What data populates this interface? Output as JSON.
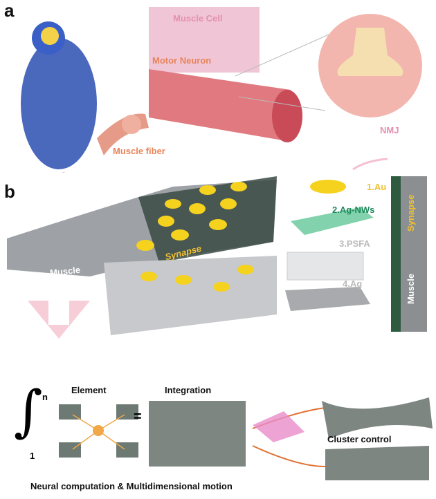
{
  "panels": {
    "a": "a",
    "b": "b"
  },
  "panel_a": {
    "muscle_cell": "Muscle Cell",
    "motor_neuron": "Motor Neuron",
    "muscle_fiber": "Muscle fiber",
    "nmj": "NMJ"
  },
  "panel_b": {
    "layers": [
      "1.Au",
      "2.Ag-NWs",
      "3.PSFA",
      "4.Ag"
    ],
    "device_synapse": "Synapse",
    "device_muscle": "Muscle",
    "cross_synapse": "Synapse",
    "cross_muscle": "Muscle"
  },
  "bottom": {
    "integral_upper": "n",
    "integral_lower": "1",
    "element": "Element",
    "equals": "=",
    "integration": "Integration",
    "cluster_control": "Cluster control",
    "caption": "Neural computation & Multidimensional motion"
  },
  "colors": {
    "pink": "#e48fb0",
    "orange": "#e8845a",
    "gold": "#f5d21e",
    "green": "#1f8a5c"
  }
}
